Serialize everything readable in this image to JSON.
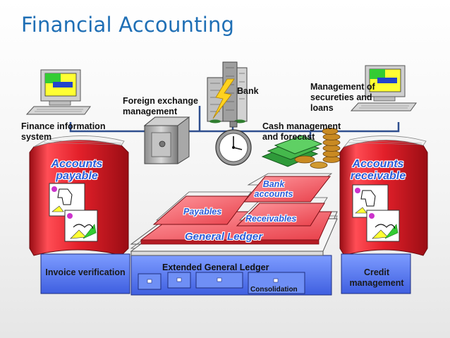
{
  "title": "Financial Accounting",
  "labels": {
    "finance_info": "Finance information system",
    "foreign_exchange": "Foreign exchange management",
    "bank": "Bank",
    "management_securities": "Management of secureties and loans",
    "cash_management": "Cash management and forecast",
    "accounts_payable": "Accounts payable",
    "accounts_receivable": "Accounts receivable",
    "bank_accounts": "Bank accounts",
    "payables": "Payables",
    "receivables": "Receivables",
    "general_ledger": "General Ledger",
    "extended_general_ledger": "Extended General Ledger",
    "consolidation": "Consolidation",
    "invoice_verification": "Invoice verification",
    "credit_management": "Credit management"
  },
  "colors": {
    "title_blue": "#1f6fb5",
    "book_red": "#e0202a",
    "box_blue": "#5577ee",
    "label_blue": "#2a5bd7"
  }
}
